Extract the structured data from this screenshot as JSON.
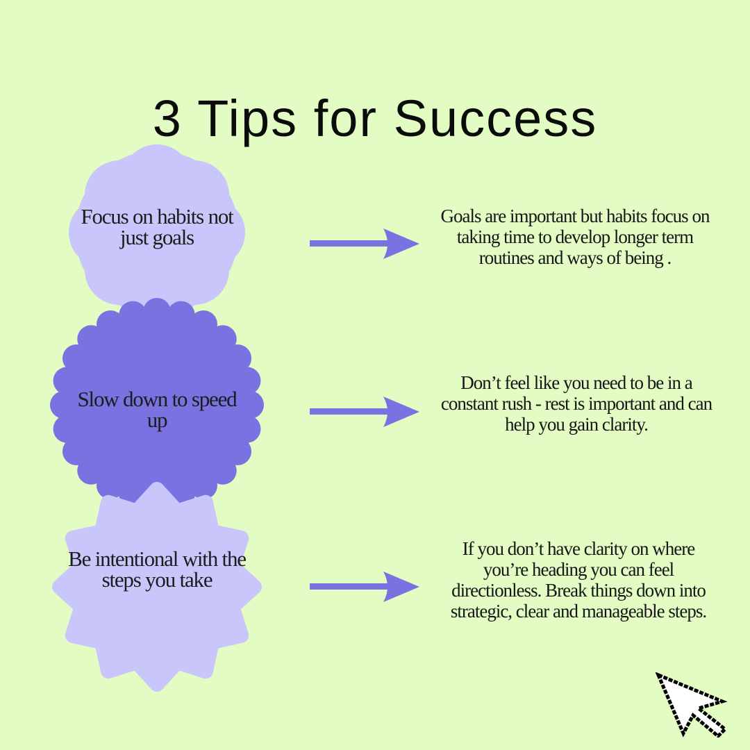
{
  "title": "3 Tips for Success",
  "colors": {
    "background": "#e2fcc4",
    "shape_light": "#c8c6fb",
    "shape_dark": "#7a72e0",
    "arrow": "#7a72e0",
    "text": "#1a1a1a"
  },
  "tips": [
    {
      "shape": "scalloped-flower",
      "label": "Focus on habits not just goals",
      "description": "Goals are important but habits focus on taking time to develop longer term routines and ways of being ."
    },
    {
      "shape": "scalloped-badge",
      "label": "Slow down to speed up",
      "description": "Don’t feel like you need to be in a constant rush - rest is important and can help you gain clarity."
    },
    {
      "shape": "rounded-star",
      "label": "Be intentional with the steps you take",
      "description": "If you don’t have clarity on where you’re heading you can feel directionless. Break things down into strategic, clear and manageable steps."
    }
  ],
  "cursor_icon": "pixel-arrow-cursor"
}
